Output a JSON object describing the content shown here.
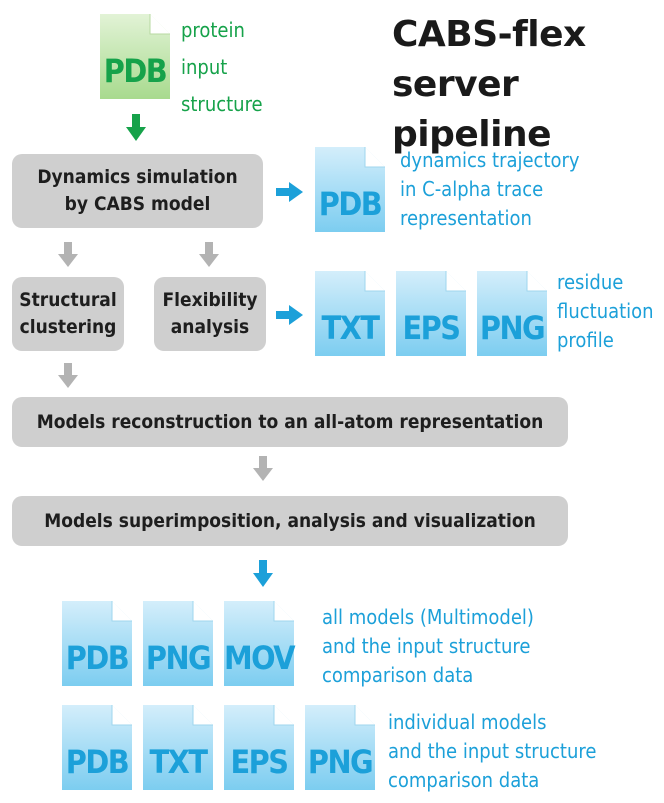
{
  "title": {
    "line1": "CABS-flex",
    "line2": "server pipeline"
  },
  "input": {
    "file": "PDB",
    "label": [
      "protein",
      "input",
      "structure"
    ]
  },
  "boxes": {
    "dynamics": [
      "Dynamics simulation",
      "by CABS model"
    ],
    "clustering": [
      "Structural",
      "clustering"
    ],
    "flexibility": [
      "Flexibility",
      "analysis"
    ],
    "reconstruction": "Models reconstruction to an all-atom representation",
    "superimposition": "Models superimposition, analysis and visualization"
  },
  "outputs": {
    "trajectory": {
      "files": [
        "PDB"
      ],
      "label": [
        "dynamics trajectory",
        "in C-alpha trace",
        "representation"
      ]
    },
    "fluctuation": {
      "files": [
        "TXT",
        "EPS",
        "PNG"
      ],
      "label": [
        "residue",
        "fluctuation",
        "profile"
      ]
    },
    "multimodel": {
      "files": [
        "PDB",
        "PNG",
        "MOV"
      ],
      "label": [
        "all models (Multimodel)",
        "and the input structure",
        "comparison data"
      ]
    },
    "individual": {
      "files": [
        "PDB",
        "TXT",
        "EPS",
        "PNG"
      ],
      "label": [
        "individual models",
        "and the input structure",
        "comparison data"
      ]
    }
  },
  "colors": {
    "blue": "#1ca0d9",
    "green": "#16a24a",
    "box": "#cfcfcf",
    "gray_arrow": "#b3b3b3"
  }
}
